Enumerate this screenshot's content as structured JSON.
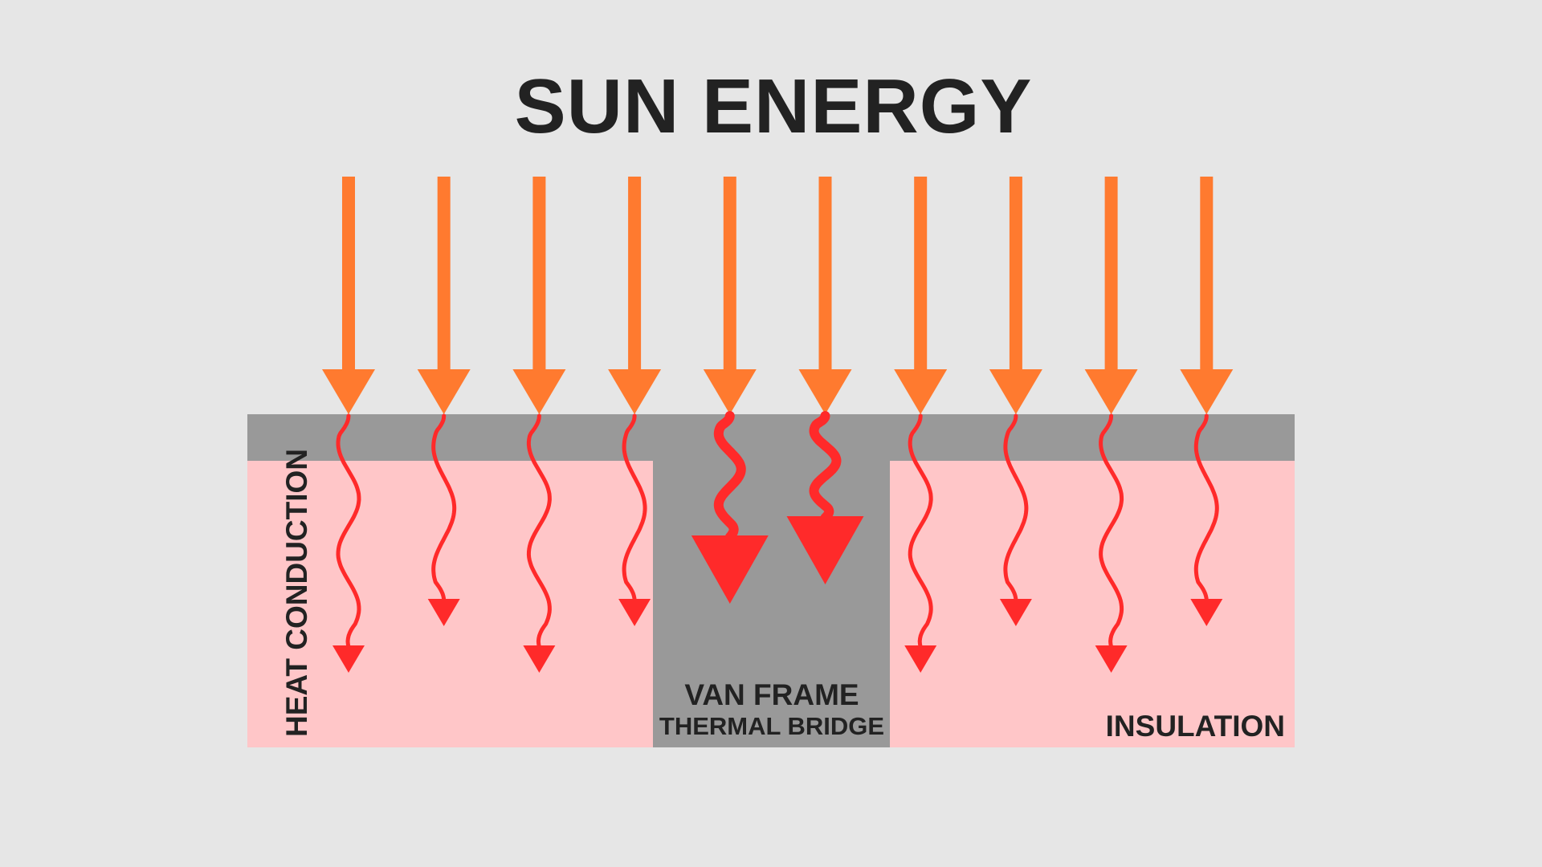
{
  "title": "SUN ENERGY",
  "labels": {
    "heat_conduction": "HEAT CONDUCTION",
    "frame_line1": "VAN FRAME",
    "frame_line2": "THERMAL BRIDGE",
    "insulation": "INSULATION"
  },
  "colors": {
    "background": "#e6e6e6",
    "sun_arrow": "#ff7a2f",
    "heat_arrow": "#ff2a2a",
    "metal": "#999999",
    "insulation": "#ffc6c8",
    "text": "#222222"
  },
  "sun_rays": {
    "count": 10
  },
  "heat_flows": [
    {
      "zone": "insulation",
      "strength": "normal",
      "depth": "deep"
    },
    {
      "zone": "insulation",
      "strength": "normal",
      "depth": "shallow"
    },
    {
      "zone": "insulation",
      "strength": "normal",
      "depth": "deep"
    },
    {
      "zone": "insulation",
      "strength": "normal",
      "depth": "shallow"
    },
    {
      "zone": "frame",
      "strength": "strong",
      "depth": "deep"
    },
    {
      "zone": "frame",
      "strength": "strong",
      "depth": "shallow"
    },
    {
      "zone": "insulation",
      "strength": "normal",
      "depth": "deep"
    },
    {
      "zone": "insulation",
      "strength": "normal",
      "depth": "shallow"
    },
    {
      "zone": "insulation",
      "strength": "normal",
      "depth": "deep"
    },
    {
      "zone": "insulation",
      "strength": "normal",
      "depth": "shallow"
    }
  ]
}
